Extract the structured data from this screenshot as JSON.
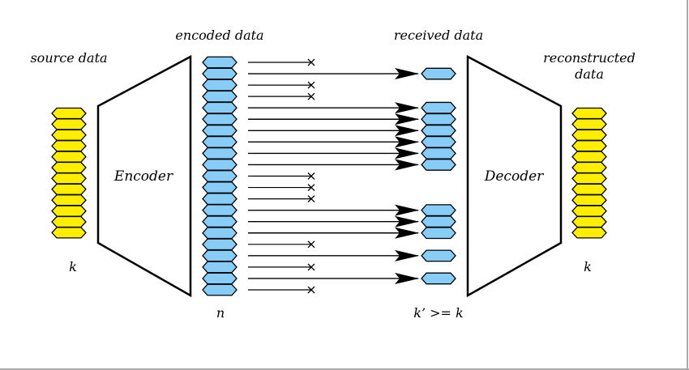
{
  "labels": {
    "source": "source data",
    "encoded": "encoded data",
    "received": "received data",
    "reconstructed_line1": "reconstructed",
    "reconstructed_line2": "data",
    "encoder": "Encoder",
    "decoder": "Decoder",
    "k_source": "k",
    "n": "n",
    "k_prime": "k’ >= k",
    "k_reconstructed": "k"
  },
  "colors": {
    "source_packet": "#ffee00",
    "encoded_packet": "#88ccf8",
    "outline": "#000000",
    "frame": "#aaaaaa"
  },
  "counts": {
    "source_packets": 12,
    "encoded_packets": 21,
    "reconstructed_packets": 12
  },
  "transmission": [
    "lost",
    "received",
    "lost",
    "lost",
    "received",
    "received",
    "received",
    "received",
    "received",
    "received",
    "lost",
    "lost",
    "lost",
    "received",
    "received",
    "received",
    "lost",
    "received",
    "lost",
    "received",
    "lost"
  ]
}
